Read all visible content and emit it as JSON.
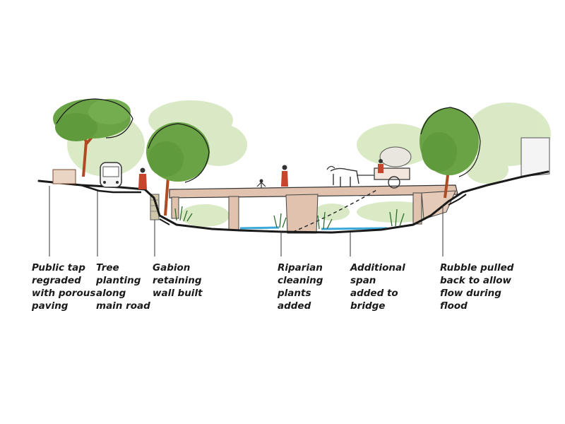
{
  "labels": {
    "public_tap": [
      "Public tap",
      "regraded",
      "with porous",
      "paving"
    ],
    "tree_planting": [
      "Tree",
      "planting",
      "along",
      "main road"
    ],
    "gabion": [
      "Gabion",
      "retaining",
      "wall built"
    ],
    "riparian": [
      "Riparian",
      "cleaning",
      "plants",
      "added"
    ],
    "additional_span": [
      "Additional",
      "span",
      "added to",
      "bridge"
    ],
    "rubble": [
      "Rubble pulled",
      "back to allow",
      "flow during",
      "flood"
    ]
  },
  "colors": {
    "tree_green": "#6fa64a",
    "tree_dark": "#4f8a34",
    "wash_green": "#cfe3b4",
    "trunk": "#b5542a",
    "bridge": "#e2c6b4",
    "bridge_dark": "#c99f88",
    "water": "#3aa8d8",
    "figure_red": "#c8452c",
    "outline": "#1a1a1a"
  }
}
